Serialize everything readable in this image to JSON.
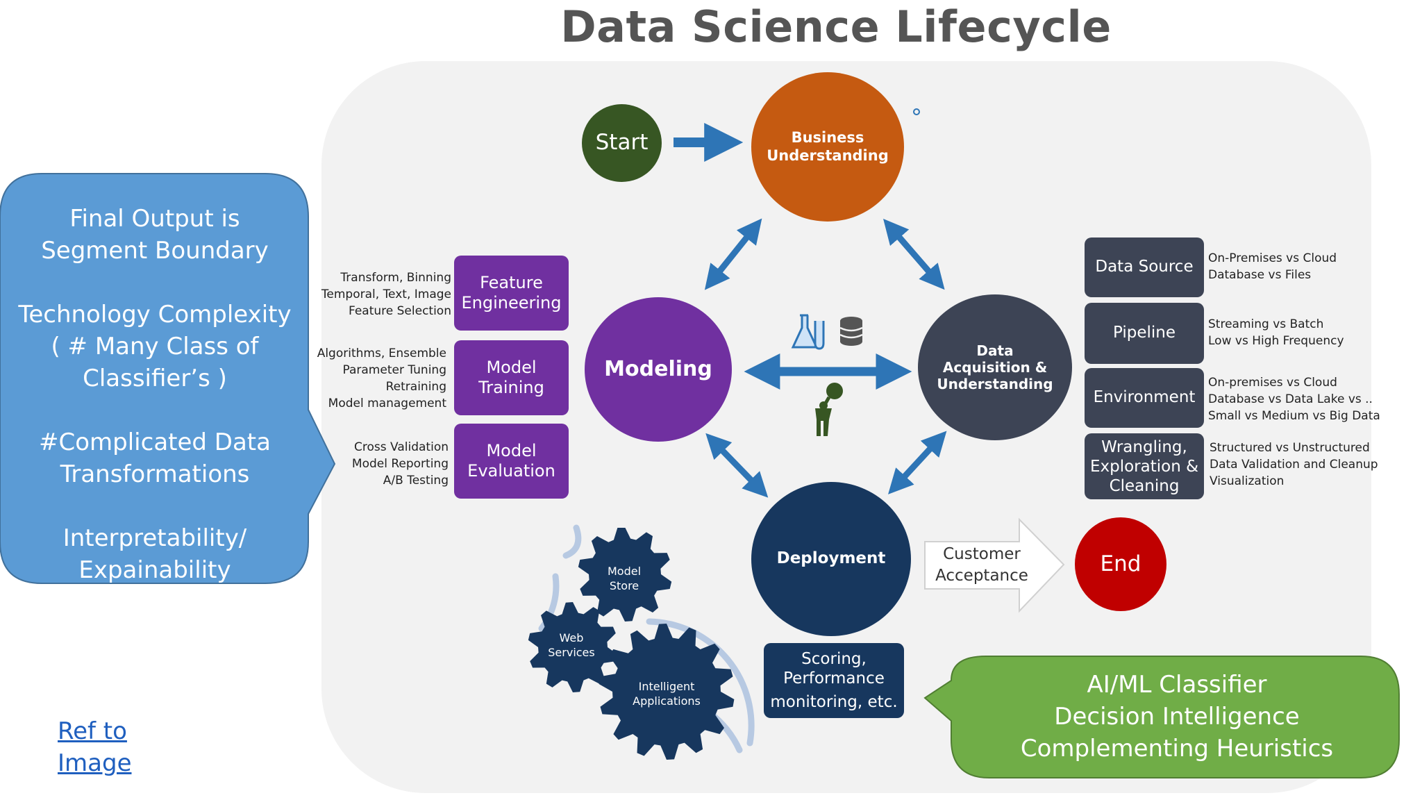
{
  "title": "Data Science Lifecycle",
  "nodes": {
    "start": "Start",
    "business": [
      "Business",
      "Understanding"
    ],
    "modeling": "Modeling",
    "acquisition": [
      "Data",
      "Acquisition &",
      "Understanding"
    ],
    "deployment": "Deployment",
    "end": "End",
    "customer_acceptance": [
      "Customer",
      "Acceptance"
    ]
  },
  "modeling_steps": [
    {
      "label": [
        "Feature",
        "Engineering"
      ],
      "notes": [
        "Transform, Binning",
        "Temporal, Text, Image",
        "Feature Selection"
      ]
    },
    {
      "label": [
        "Model",
        "Training"
      ],
      "notes": [
        "Algorithms, Ensemble",
        "Parameter Tuning",
        "Retraining",
        "Model management"
      ]
    },
    {
      "label": [
        "Model",
        "Evaluation"
      ],
      "notes": [
        "Cross Validation",
        "Model Reporting",
        "A/B Testing"
      ]
    }
  ],
  "data_steps": [
    {
      "label": [
        "Data Source"
      ],
      "notes": [
        "On-Premises vs Cloud",
        "Database vs Files"
      ]
    },
    {
      "label": [
        "Pipeline"
      ],
      "notes": [
        "Streaming vs Batch",
        "Low vs High Frequency"
      ]
    },
    {
      "label": [
        "Environment"
      ],
      "notes": [
        "On-premises vs Cloud",
        "Database vs Data Lake  vs ..",
        "Small vs Medium vs Big Data"
      ]
    },
    {
      "label": [
        "Wrangling,",
        "Exploration &",
        "Cleaning"
      ],
      "notes": [
        "Structured vs Unstructured",
        "Data Validation and Cleanup",
        "Visualization"
      ]
    }
  ],
  "scoring": [
    "Scoring,",
    "Performance",
    "monitoring, etc."
  ],
  "gears": {
    "model_store": [
      "Model",
      "Store"
    ],
    "web_services": [
      "Web",
      "Services"
    ],
    "intelligent_apps": [
      "Intelligent",
      "Applications"
    ]
  },
  "left_callout": [
    "Final Output is",
    "Segment Boundary",
    "",
    "Technology Complexity",
    "( # Many Class of",
    "Classifier’s )",
    "",
    "#Complicated Data",
    "Transformations",
    "",
    "Interpretability/",
    "Expainability"
  ],
  "right_callout": [
    "AI/ML Classifier",
    "Decision Intelligence",
    "Complementing Heuristics"
  ],
  "link": [
    "Ref to",
    "Image"
  ],
  "colors": {
    "start": "#375623",
    "business": "#c55a11",
    "modeling": "#7030a0",
    "acquisition": "#3d4455",
    "deployment": "#17375e",
    "end": "#c00000",
    "arrow": "#2e75b6",
    "left_callout": "#5b9bd5",
    "right_callout": "#70ad47",
    "gear": "#17375e"
  },
  "icons": [
    "flask-icon",
    "database-icon",
    "person-magnifier-icon",
    "cycle-arrow-icon"
  ]
}
